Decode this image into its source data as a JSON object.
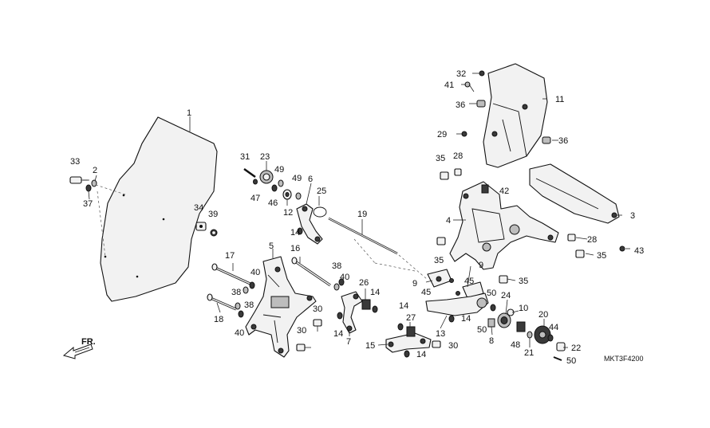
{
  "diagram": {
    "code": "MKT3F4200",
    "direction": "FR.",
    "callouts": [
      "1",
      "2",
      "3",
      "4",
      "5",
      "6",
      "7",
      "8",
      "9",
      "10",
      "11",
      "12",
      "13",
      "14",
      "15",
      "16",
      "17",
      "18",
      "19",
      "20",
      "21",
      "22",
      "23",
      "24",
      "25",
      "26",
      "27",
      "28",
      "29",
      "30",
      "31",
      "32",
      "33",
      "34",
      "35",
      "36",
      "37",
      "38",
      "39",
      "40",
      "41",
      "42",
      "43",
      "44",
      "45",
      "46",
      "47",
      "48",
      "49",
      "50"
    ]
  },
  "labels": {
    "l1": "1",
    "l2": "2",
    "l3": "3",
    "l4": "4",
    "l5": "5",
    "l6": "6",
    "l7": "7",
    "l8": "8",
    "l9a": "9",
    "l9b": "9",
    "l10": "10",
    "l11": "11",
    "l12": "12",
    "l13": "13",
    "l14a": "14",
    "l14b": "14",
    "l14c": "14",
    "l14d": "14",
    "l14e": "14",
    "l14f": "14",
    "l15": "15",
    "l16": "16",
    "l17": "17",
    "l18": "18",
    "l19": "19",
    "l20": "20",
    "l21": "21",
    "l22": "22",
    "l23": "23",
    "l24": "24",
    "l25": "25",
    "l26": "26",
    "l27": "27",
    "l28a": "28",
    "l28b": "28",
    "l29": "29",
    "l30a": "30",
    "l30b": "30",
    "l30c": "30",
    "l31": "31",
    "l32": "32",
    "l33": "33",
    "l34": "34",
    "l35a": "35",
    "l35b": "35",
    "l35c": "35",
    "l35d": "35",
    "l36a": "36",
    "l36b": "36",
    "l37": "37",
    "l38a": "38",
    "l38b": "38",
    "l38c": "38",
    "l39": "39",
    "l40a": "40",
    "l40b": "40",
    "l40c": "40",
    "l41": "41",
    "l42": "42",
    "l43": "43",
    "l44": "44",
    "l45a": "45",
    "l45b": "45",
    "l46": "46",
    "l47": "47",
    "l48": "48",
    "l49a": "49",
    "l49b": "49",
    "l50a": "50",
    "l50b": "50",
    "l50c": "50"
  }
}
